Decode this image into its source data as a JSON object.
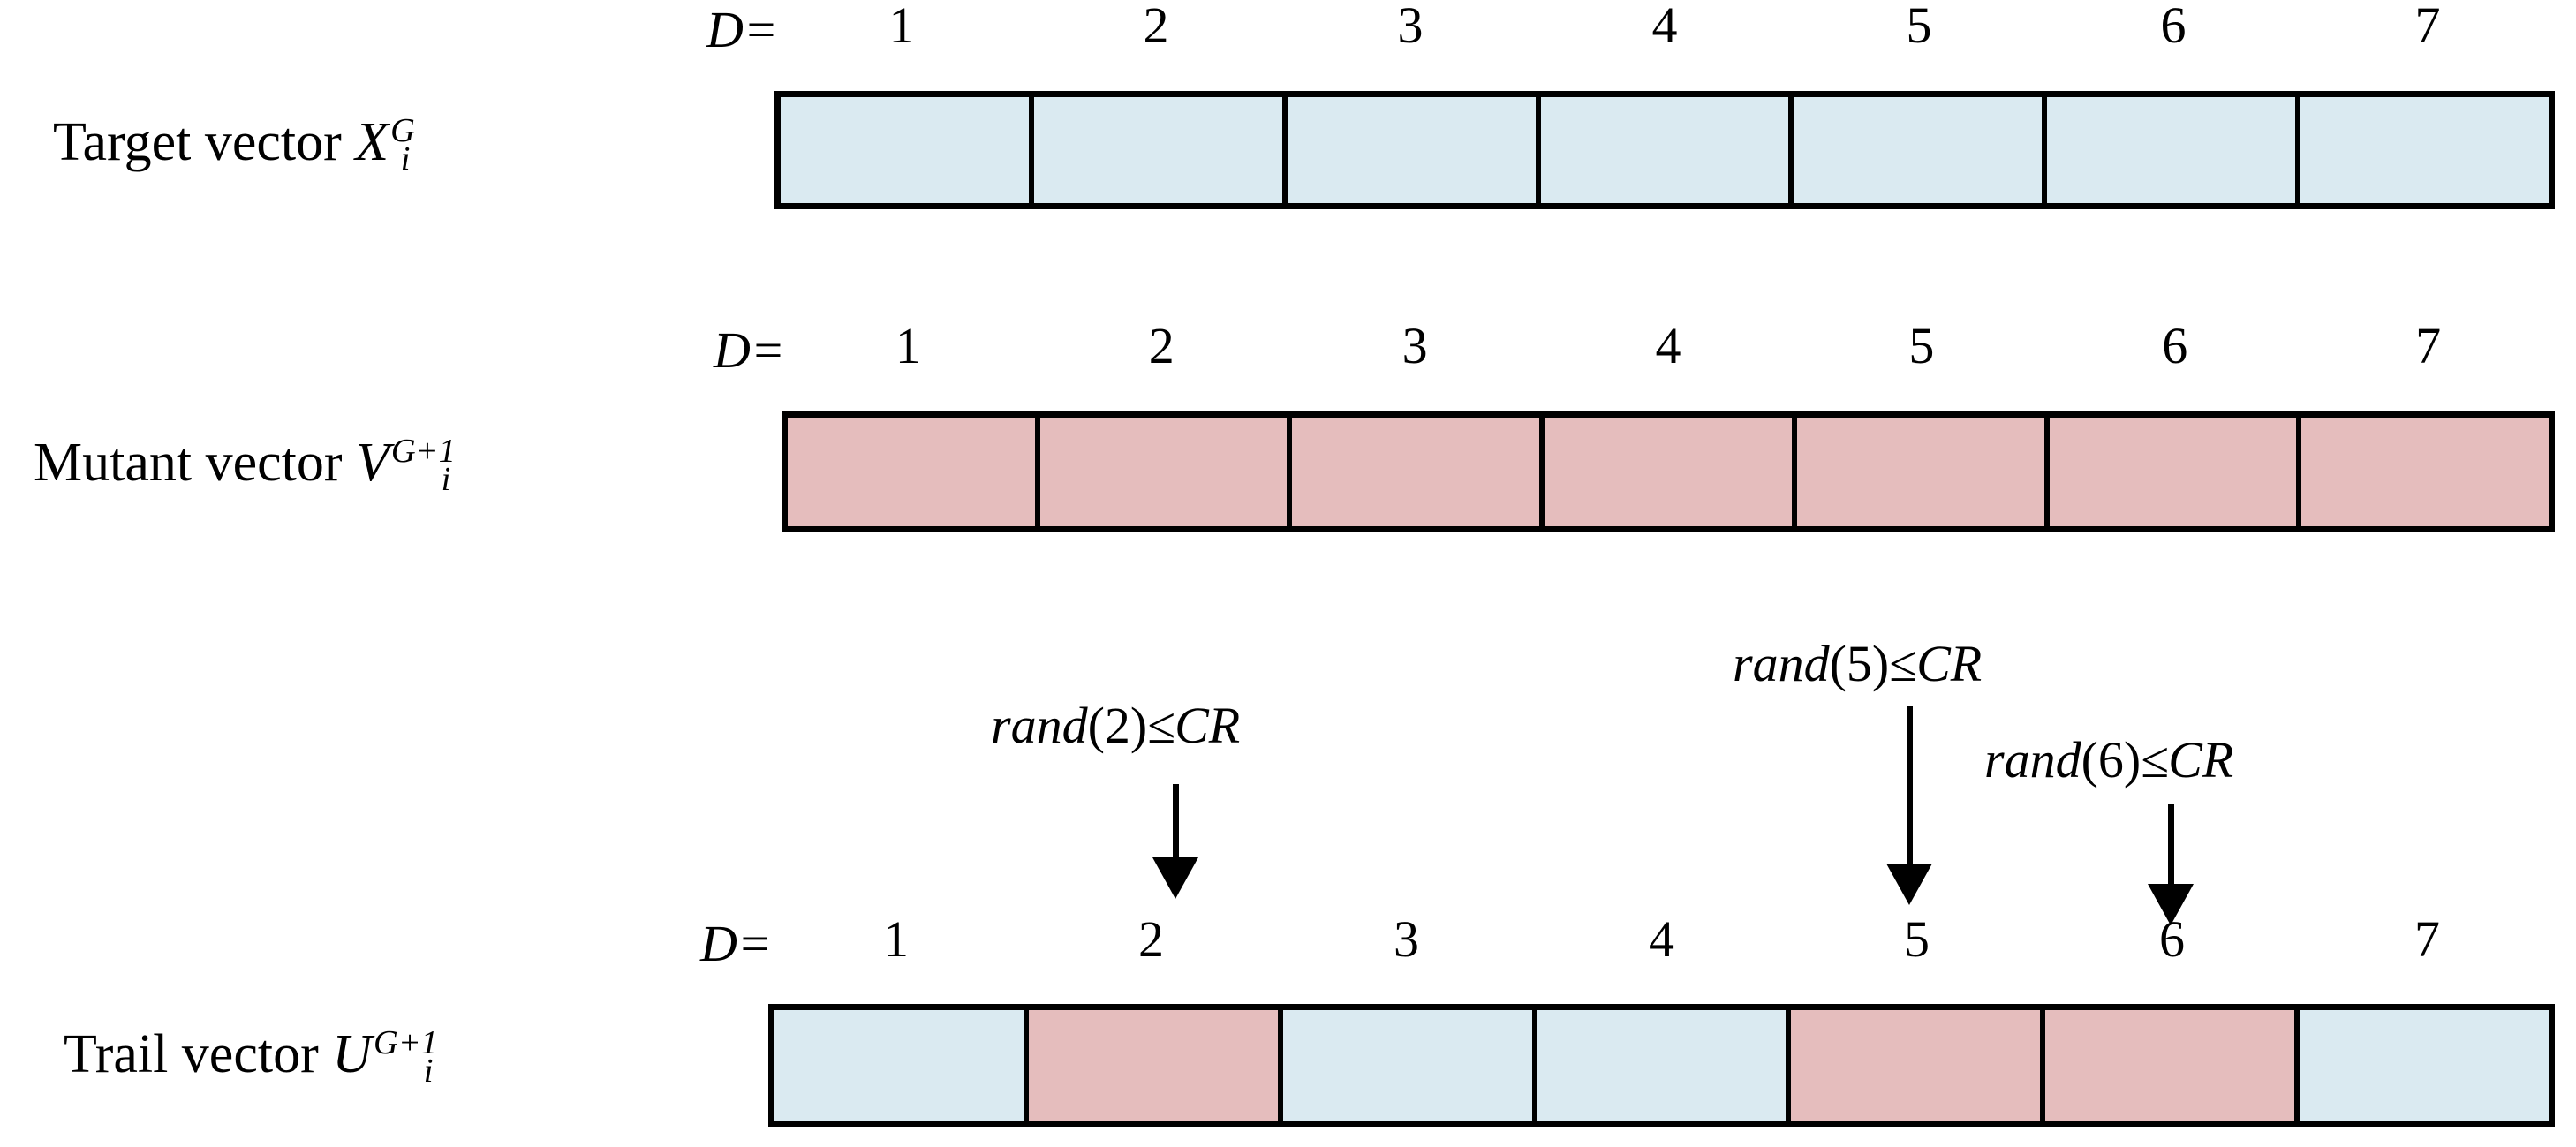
{
  "figure": {
    "title": "Differential Evolution crossover (binomial) illustration",
    "colors": {
      "target_cell": "#daeaf1",
      "mutant_cell": "#e5bdbd",
      "border": "#000000",
      "background": "#ffffff"
    },
    "dimension_label": "D=",
    "dimension_indices": [
      "1",
      "2",
      "3",
      "4",
      "5",
      "6",
      "7"
    ]
  },
  "rows": [
    {
      "id": "target",
      "label_text": "Target vector ",
      "symbol": "X",
      "subscript": "i",
      "superscript": "G",
      "indices": [
        "1",
        "2",
        "3",
        "4",
        "5",
        "6",
        "7"
      ],
      "cells": [
        "blue",
        "blue",
        "blue",
        "blue",
        "blue",
        "blue",
        "blue"
      ]
    },
    {
      "id": "mutant",
      "label_text": "Mutant vector ",
      "symbol": "V",
      "subscript": "i",
      "superscript": "G+1",
      "indices": [
        "1",
        "2",
        "3",
        "4",
        "5",
        "6",
        "7"
      ],
      "cells": [
        "pink",
        "pink",
        "pink",
        "pink",
        "pink",
        "pink",
        "pink"
      ]
    },
    {
      "id": "trial",
      "label_text": "Trail vector ",
      "symbol": "U",
      "subscript": "i",
      "superscript": "G+1",
      "indices": [
        "1",
        "2",
        "3",
        "4",
        "5",
        "6",
        "7"
      ],
      "cells": [
        "blue",
        "pink",
        "blue",
        "blue",
        "pink",
        "pink",
        "blue"
      ]
    }
  ],
  "annotations": [
    {
      "id": "rand2",
      "func": "rand",
      "arg": "(2)",
      "op": "≤",
      "param": "CR",
      "full": "rand(2)≤CR",
      "target_index": 2
    },
    {
      "id": "rand5",
      "func": "rand",
      "arg": "(5)",
      "op": "≤",
      "param": "CR",
      "full": "rand(5)≤CR",
      "target_index": 5
    },
    {
      "id": "rand6",
      "func": "rand",
      "arg": "(6)",
      "op": "≤",
      "param": "CR",
      "full": "rand(6)≤CR",
      "target_index": 6
    }
  ]
}
